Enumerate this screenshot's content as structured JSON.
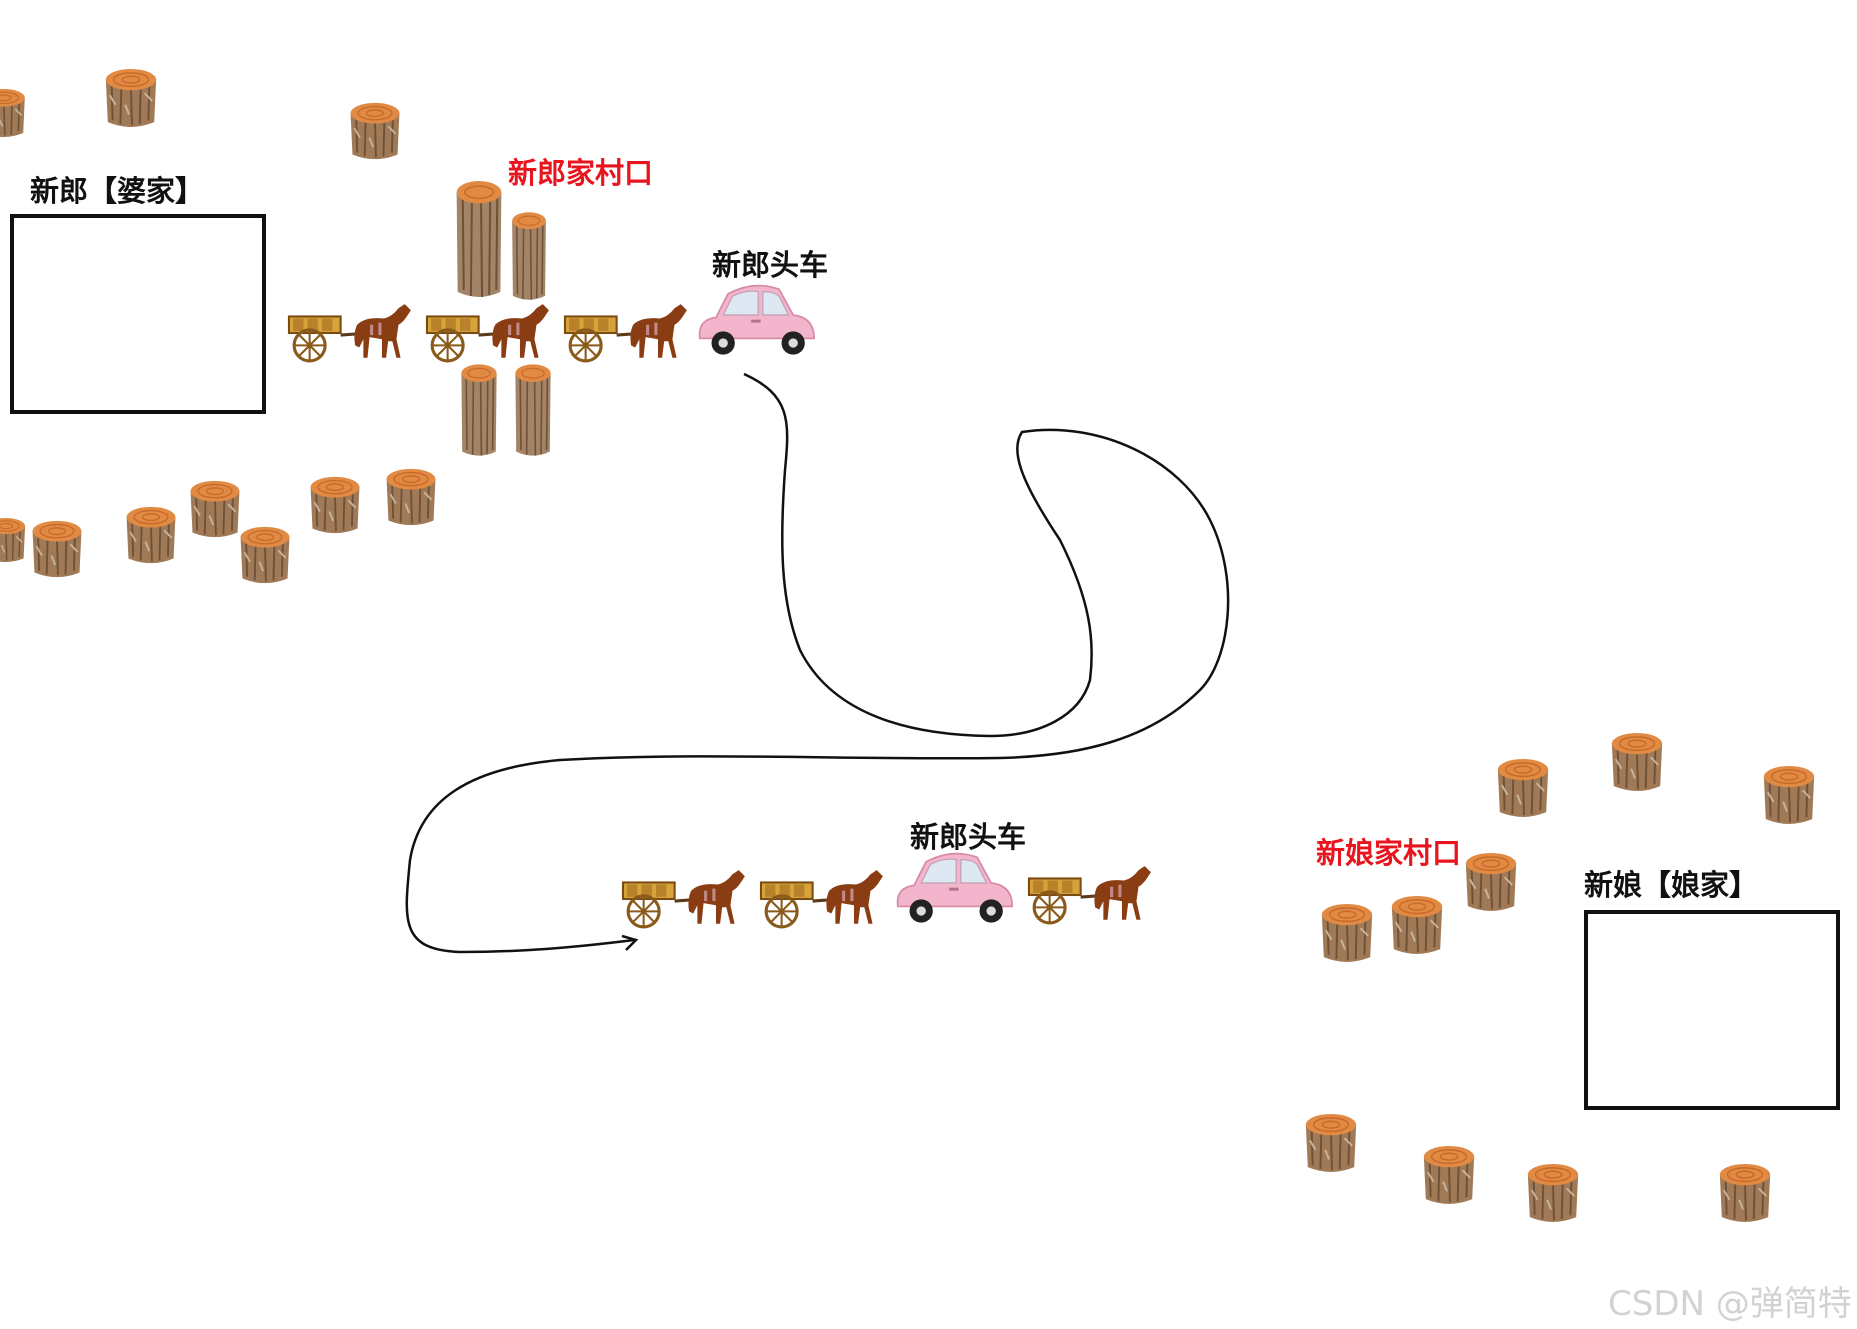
{
  "labels": {
    "groom_home": "新郎【婆家】",
    "groom_village_gate": "新郎家村口",
    "lead_car_top": "新郎头车",
    "lead_car_bottom": "新郎头车",
    "bride_village_gate": "新娘家村口",
    "bride_home": "新娘【娘家】"
  },
  "watermark": "CSDN @弹简特",
  "icons": [
    "tree-stump-icon",
    "horse-cart-icon",
    "pink-car-icon"
  ],
  "colors": {
    "label": "#111111",
    "village_label": "#e8141e",
    "path": "#111111",
    "car": "#f2b5cc",
    "horse": "#8a3c12",
    "stump_top": "#e08a44"
  }
}
